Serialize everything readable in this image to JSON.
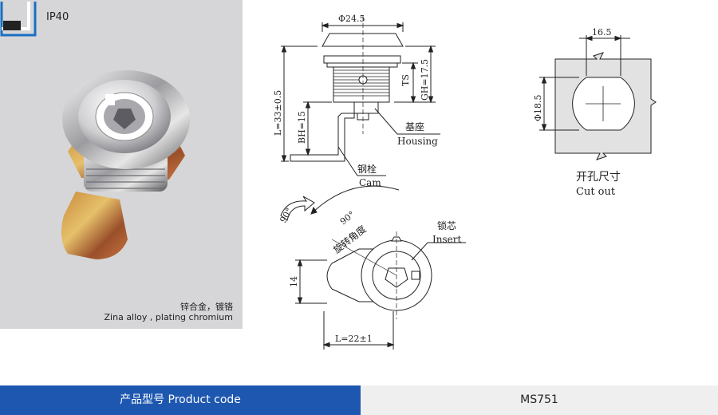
{
  "badge": {
    "rating": "IP40"
  },
  "photo": {
    "material_cn": "锌合金，镀铬",
    "material_en": "Zina alloy , plating chromium"
  },
  "side_view": {
    "dia_head": "Φ24.5",
    "ts": "TS",
    "gh": "GH=17.5",
    "length": "L=33±0.5",
    "bh": "BH=15",
    "housing_cn": "基座",
    "housing_en": "Housing",
    "cam_cn": "钢栓",
    "cam_en": "Cam"
  },
  "front_view": {
    "rotation_angle": "90°",
    "rotation_cn": "旋转角度",
    "arrow_label": "90°",
    "insert_cn": "锁芯",
    "insert_en": "Insert",
    "height": "14",
    "width": "L=22±1"
  },
  "cutout": {
    "width": "16.5",
    "diameter": "Φ18.5",
    "title_cn": "开孔尺寸",
    "title_en": "Cut out"
  },
  "footer": {
    "label": "产品型号  Product code",
    "code": "MS751"
  },
  "colors": {
    "footer_left": "#1d57b0",
    "panel": "#d6d6d8"
  }
}
